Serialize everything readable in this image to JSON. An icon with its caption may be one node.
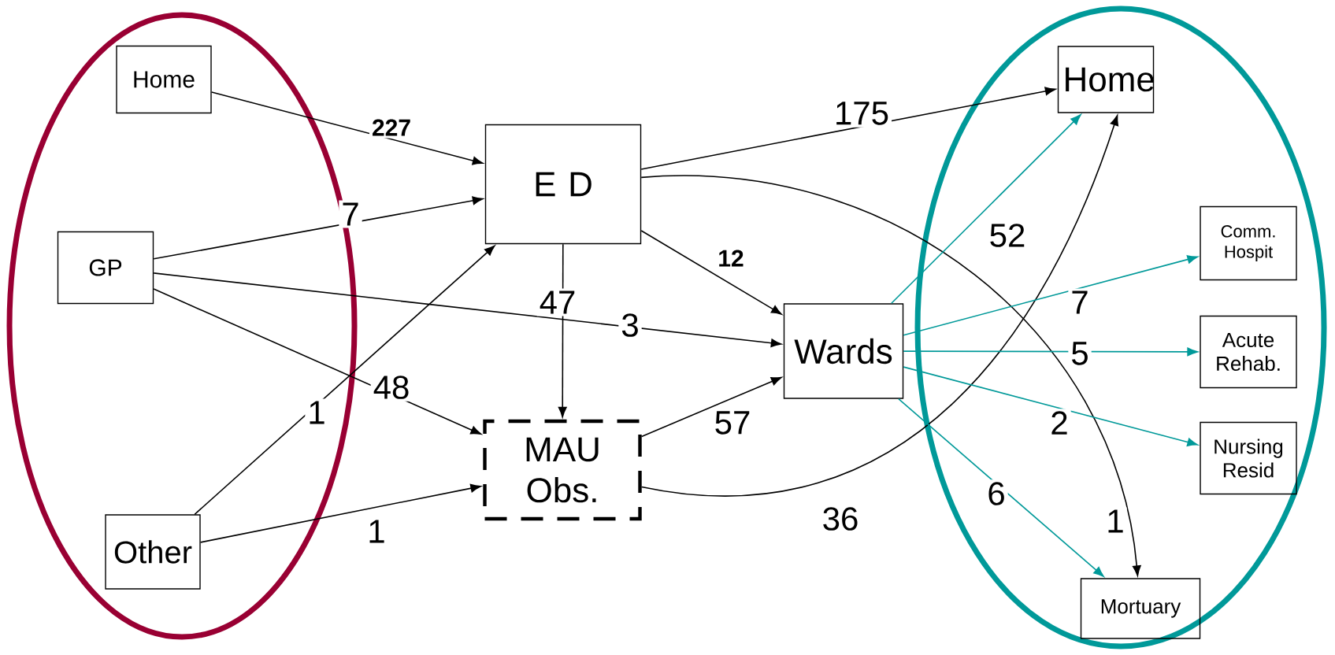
{
  "diagram": {
    "nodes": [
      {
        "text": [],
        "shape": "ellipse"
      },
      {
        "text": [
          "Home"
        ],
        "in": 0
      },
      {
        "text": [
          "GP"
        ],
        "in": 0
      },
      {
        "text": [
          "Other"
        ],
        "in": 0
      },
      {
        "text": [
          "E D"
        ]
      },
      {
        "text": [
          "Wards"
        ]
      },
      {
        "text": [
          "MAU Obs."
        ]
      },
      {
        "text": [],
        "shape": "ellipse"
      },
      {
        "text": [
          "Home"
        ],
        "in": 7
      },
      {
        "text": [
          "Comm. Hospit"
        ],
        "in": 7
      },
      {
        "text": [
          "Acute Rehab."
        ],
        "in": 7
      },
      {
        "text": [
          "Nursing Resid"
        ],
        "in": 7
      },
      {
        "text": [
          "Mortuary"
        ],
        "in": 7
      }
    ],
    "edges": [
      {
        "from": 1,
        "to": 4,
        "arrow": "to",
        "label": "227"
      },
      {
        "from": 2,
        "to": 4,
        "arrow": "to",
        "label": "7"
      },
      {
        "from": 3,
        "to": 4,
        "arrow": "to",
        "label": "1"
      },
      {
        "from": 2,
        "to": 5,
        "arrow": "to",
        "label": "3"
      },
      {
        "from": 2,
        "to": 6,
        "arrow": "to",
        "label": "48"
      },
      {
        "from": 3,
        "to": 6,
        "arrow": "to",
        "label": "1"
      },
      {
        "from": 4,
        "to": 6,
        "arrow": "to",
        "label": "47"
      },
      {
        "from": 4,
        "to": 5,
        "arrow": "to",
        "label": "12"
      },
      {
        "from": 4,
        "to": 8,
        "arrow": "to",
        "label": "175"
      },
      {
        "from": 4,
        "to": 12,
        "arrow": "to",
        "label": "1"
      },
      {
        "from": 6,
        "to": 5,
        "arrow": "to",
        "label": "57"
      },
      {
        "from": 6,
        "to": 8,
        "arrow": "to",
        "label": "36"
      },
      {
        "from": 5,
        "to": 8,
        "arrow": "to",
        "label": "52",
        "color": "#009999"
      },
      {
        "from": 5,
        "to": 9,
        "arrow": "to",
        "label": "7",
        "color": "#009999"
      },
      {
        "from": 5,
        "to": 10,
        "arrow": "to",
        "label": "5",
        "color": "#009999"
      },
      {
        "from": 5,
        "to": 11,
        "arrow": "to",
        "label": "2",
        "color": "#009999"
      },
      {
        "from": 5,
        "to": 12,
        "arrow": "to",
        "label": "6",
        "color": "#009999"
      }
    ]
  }
}
